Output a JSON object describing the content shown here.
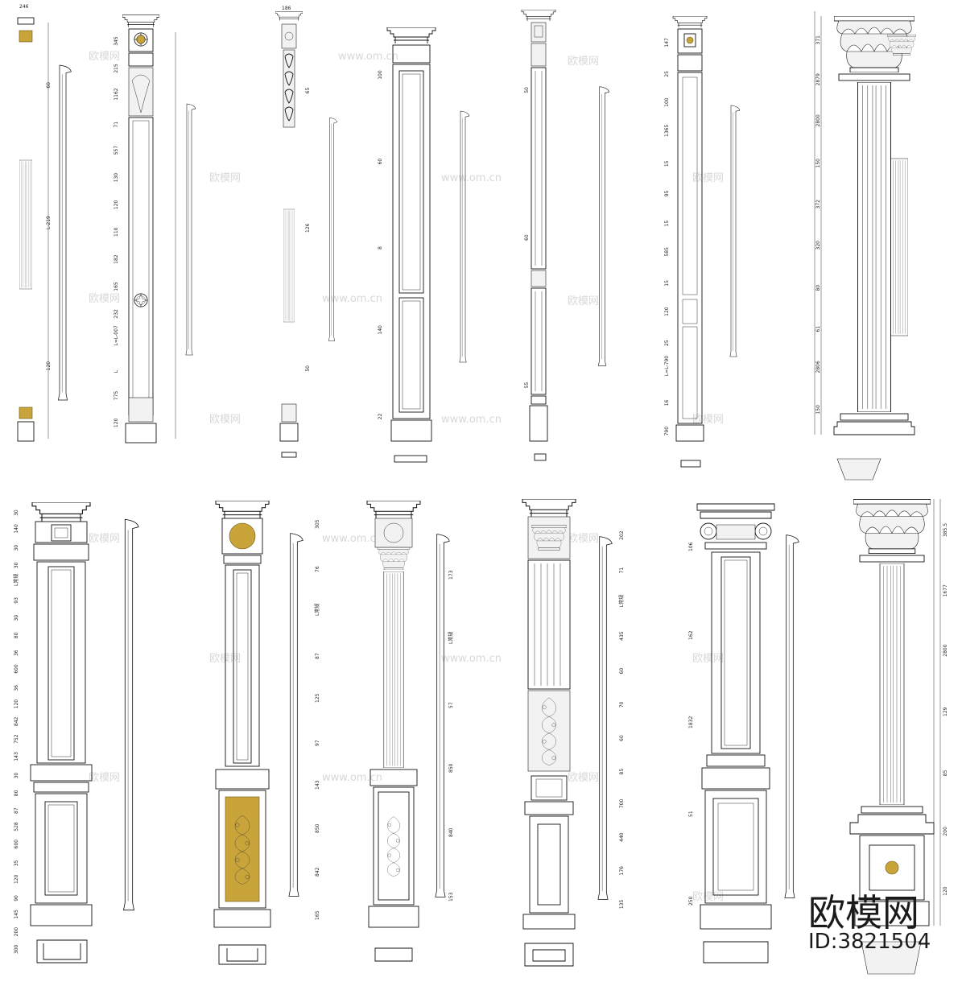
{
  "watermarks": [
    "欧模网",
    "www.om.cn"
  ],
  "brand": {
    "name": "欧模网",
    "id_label": "ID:3821504"
  },
  "colors": {
    "line": "#111111",
    "gold": "#c9a43a",
    "background": "#ffffff"
  },
  "row1": {
    "columns": [
      {
        "key": "c1",
        "width": "246",
        "dims": [
          "60",
          "L-219",
          "120"
        ]
      },
      {
        "key": "c2",
        "dims": [
          "345",
          "215",
          "1162",
          "71",
          "557",
          "130",
          "120",
          "110",
          "182",
          "165",
          "232",
          "L=L-007",
          "L",
          "775",
          "120"
        ]
      },
      {
        "key": "c3",
        "width": "186",
        "dims": [
          "65",
          "126",
          "50"
        ]
      },
      {
        "key": "c4",
        "dims": [
          "100",
          "60",
          "8",
          "140",
          "22"
        ]
      },
      {
        "key": "c5",
        "dims": [
          "50",
          "60",
          "55"
        ]
      },
      {
        "key": "c6",
        "dims": [
          "147",
          "25",
          "100",
          "1365",
          "15",
          "95",
          "15",
          "585",
          "15",
          "120",
          "25",
          "L=L-790",
          "16",
          "790"
        ]
      },
      {
        "key": "c7",
        "dims": [
          "371",
          "2879",
          "2800",
          "150",
          "372",
          "320",
          "80",
          "61",
          "2806",
          "150"
        ]
      }
    ]
  },
  "row2": {
    "columns": [
      {
        "key": "d1",
        "dims": [
          "30",
          "140",
          "30",
          "30",
          "L常规",
          "93",
          "30",
          "80",
          "36",
          "600",
          "36",
          "120",
          "842",
          "752",
          "143",
          "30",
          "80",
          "87",
          "528",
          "600",
          "35",
          "120",
          "90",
          "145",
          "200",
          "300"
        ]
      },
      {
        "key": "d2",
        "dims": [
          "305",
          "76",
          "L常规",
          "87",
          "125",
          "97",
          "143",
          "850",
          "842",
          "165"
        ]
      },
      {
        "key": "d3",
        "dims": [
          "173",
          "L常规",
          "57",
          "850",
          "840",
          "153"
        ]
      },
      {
        "key": "d4",
        "dims": [
          "202",
          "71",
          "L常规",
          "435",
          "60",
          "70",
          "60",
          "85",
          "700",
          "440",
          "176",
          "135"
        ]
      },
      {
        "key": "d5",
        "dims": [
          "106",
          "162",
          "1832",
          "51",
          "250"
        ]
      },
      {
        "key": "d6",
        "dims": [
          "385.5",
          "1677",
          "2800",
          "129",
          "85",
          "200",
          "120"
        ]
      }
    ]
  }
}
